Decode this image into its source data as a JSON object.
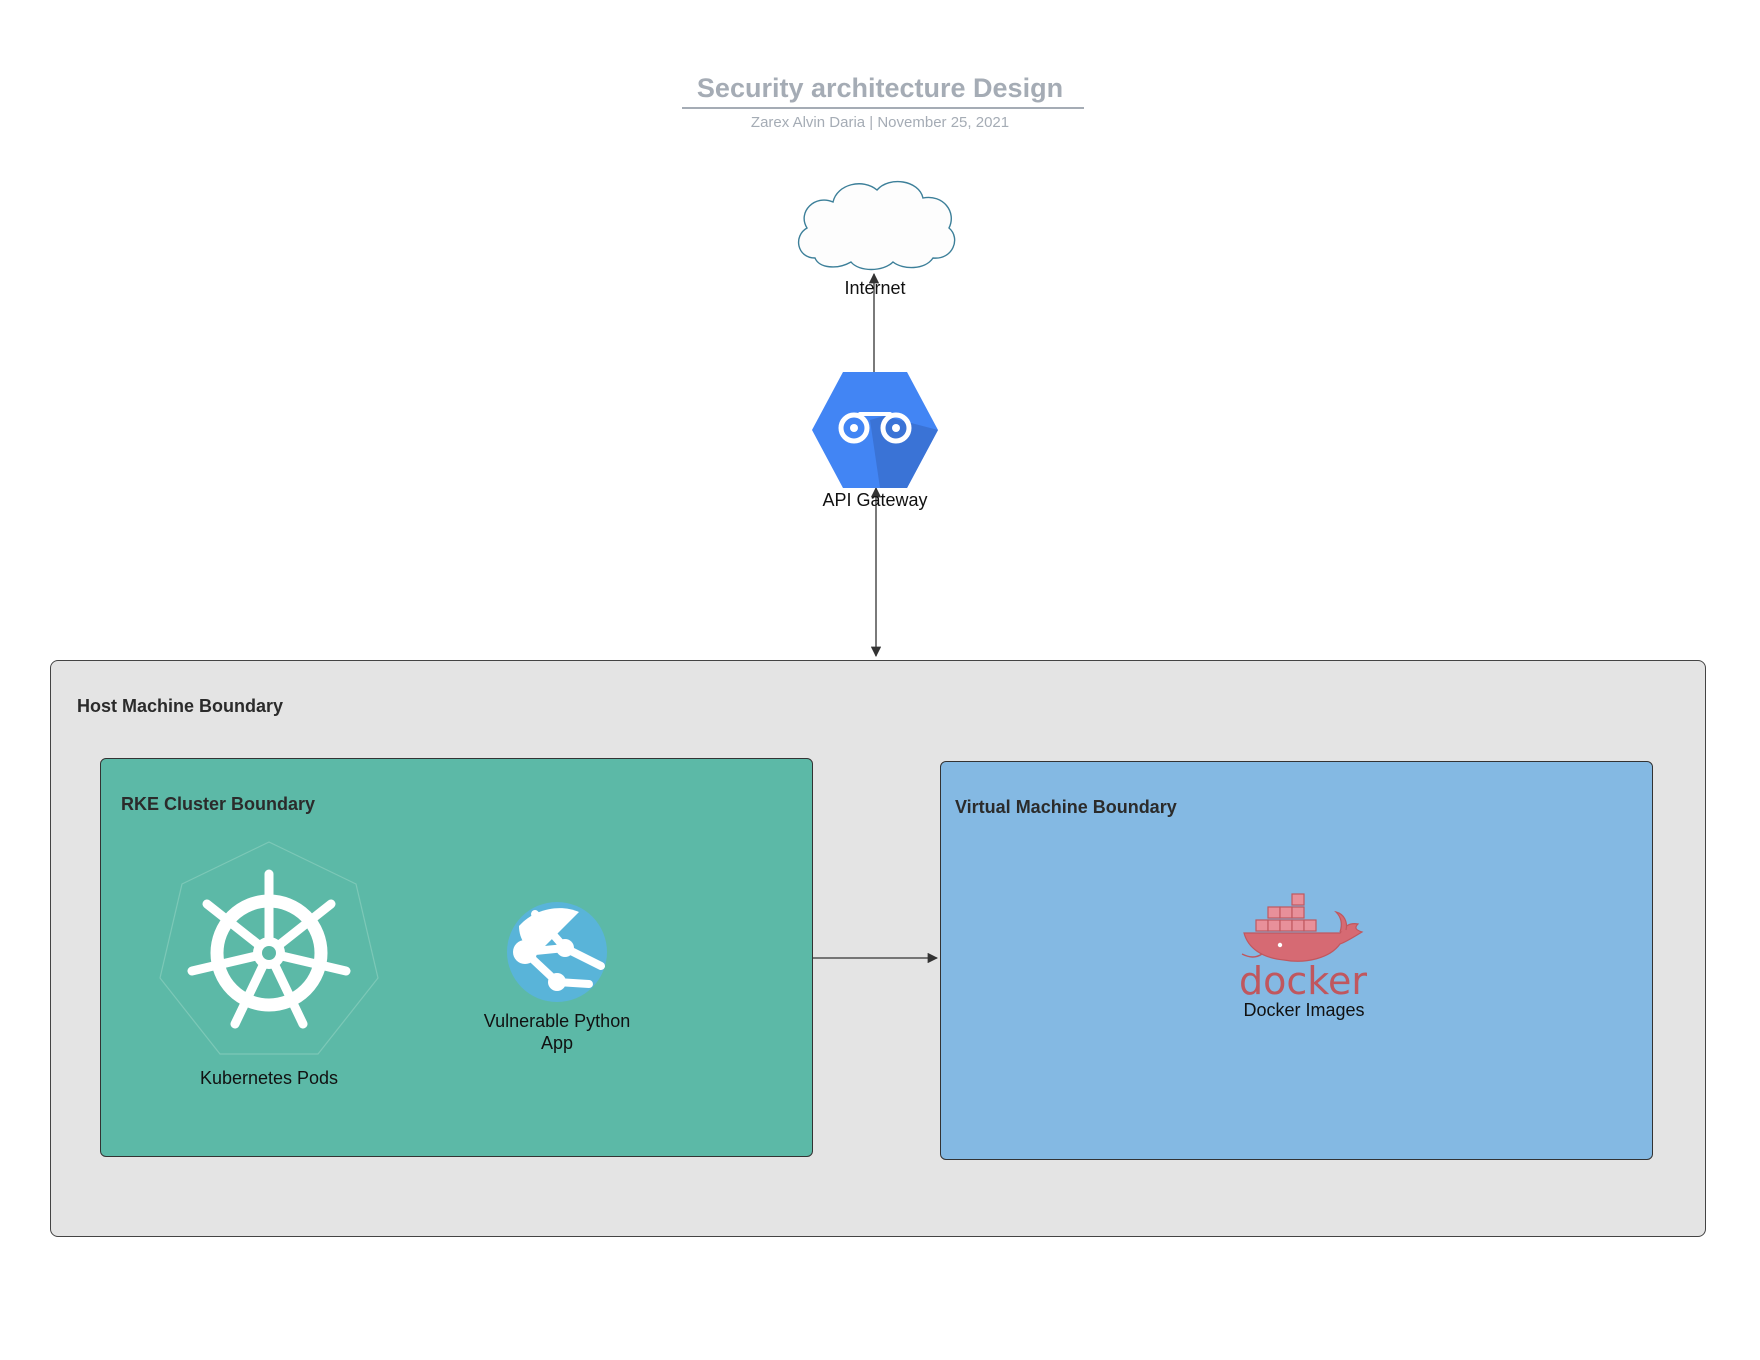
{
  "header": {
    "title": "Security architecture Design",
    "subtitle": "Zarex Alvin Daria  |  November 25, 2021"
  },
  "nodes": {
    "internet": {
      "label": "Internet",
      "icon": "cloud-icon"
    },
    "api_gateway": {
      "label": "API Gateway",
      "icon": "api-gateway-icon",
      "color": "#4285f4"
    },
    "kubernetes_pods": {
      "label": "Kubernetes Pods",
      "icon": "kubernetes-icon"
    },
    "python_app": {
      "label": "Vulnerable Python App",
      "icon": "web-app-icon",
      "color": "#59b4d9"
    },
    "docker_images": {
      "label": "Docker Images",
      "icon": "docker-icon",
      "logo_text": "docker",
      "color": "#c0575e"
    }
  },
  "boundaries": {
    "host": {
      "title": "Host Machine Boundary",
      "color": "#e4e4e4"
    },
    "rke": {
      "title": "RKE Cluster Boundary",
      "color": "#5cb9a7"
    },
    "vm": {
      "title": "Virtual Machine Boundary",
      "color": "#84b9e3"
    }
  },
  "connections": [
    {
      "from": "api_gateway",
      "to": "internet",
      "direction": "one-way"
    },
    {
      "from": "api_gateway",
      "to": "host",
      "direction": "two-way"
    },
    {
      "from": "rke",
      "to": "vm",
      "direction": "one-way"
    }
  ]
}
